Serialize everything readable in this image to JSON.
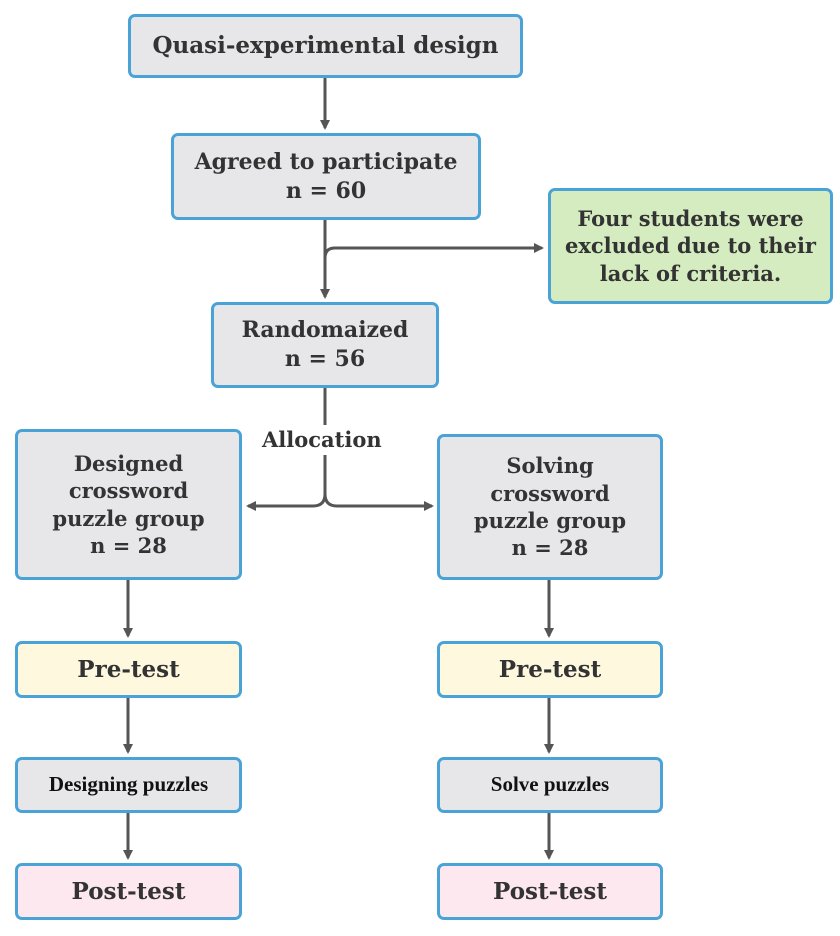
{
  "top": {
    "label": "Quasi-experimental design"
  },
  "agreed": {
    "label": "Agreed to participate",
    "n": "n = 60"
  },
  "excluded": {
    "line1": "Four students were",
    "line2": "excluded due to their",
    "line3": "lack of criteria."
  },
  "randomized": {
    "label": "Randomaized",
    "n": "n = 56"
  },
  "allocation": "Allocation",
  "left_group": {
    "line1": "Designed",
    "line2": "crossword",
    "line3": "puzzle group",
    "n": "n = 28"
  },
  "right_group": {
    "line1": "Solving",
    "line2": "crossword",
    "line3": "puzzle group",
    "n": "n = 28"
  },
  "left_pretest": "Pre-test",
  "right_pretest": "Pre-test",
  "left_activity": "Designing puzzles",
  "right_activity": "Solve puzzles",
  "left_posttest": "Post-test",
  "right_posttest": "Post-test",
  "colors": {
    "border": "#4aa3d6",
    "gray": "#e7e7e9",
    "green": "#d5ecc1",
    "yellow": "#fdf8de",
    "pink": "#fde8f0",
    "arrow": "#555555"
  }
}
